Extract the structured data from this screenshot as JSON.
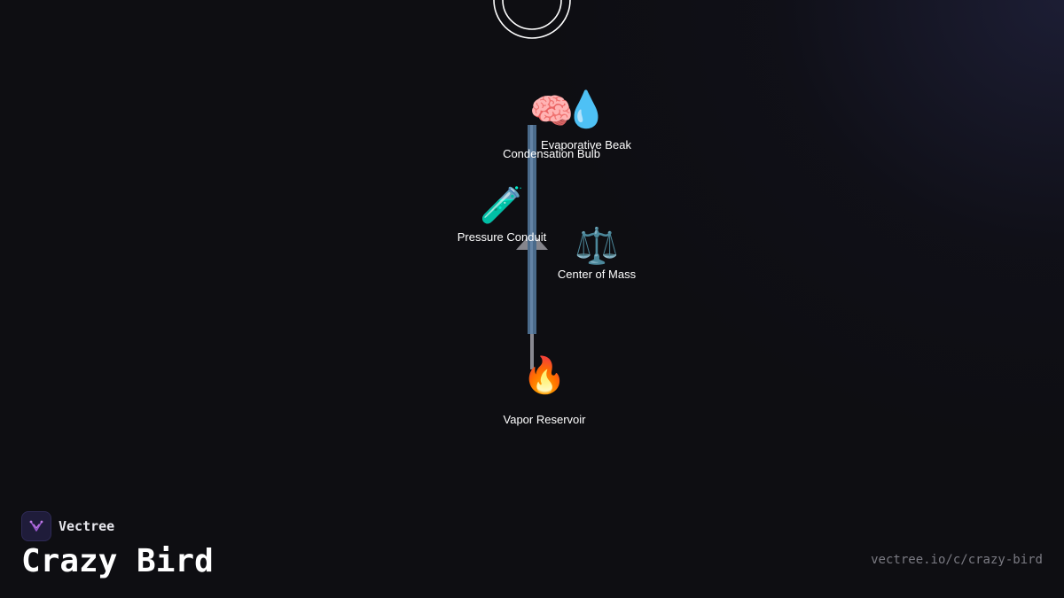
{
  "diagram": {
    "nodes": {
      "condensation_bulb": {
        "label": "Condensation Bulb",
        "icon": "brain-icon",
        "glyph": "🧠"
      },
      "evaporative_beak": {
        "label": "Evaporative Beak",
        "icon": "droplet-icon",
        "glyph": "💧"
      },
      "pressure_conduit": {
        "label": "Pressure Conduit",
        "icon": "test-tube-icon",
        "glyph": "🧪"
      },
      "center_of_mass": {
        "label": "Center of Mass",
        "icon": "balance-scale-icon",
        "glyph": "⚖️"
      },
      "vapor_reservoir": {
        "label": "Vapor Reservoir",
        "icon": "fire-icon",
        "glyph": "🔥"
      }
    }
  },
  "footer": {
    "brand": "Vectree",
    "title": "Crazy Bird",
    "url": "vectree.io/c/crazy-bird"
  },
  "colors": {
    "background": "#0e0e12",
    "tube": "#4a6a8a",
    "stand": "#8a8a92",
    "url_text": "#7a7a82"
  }
}
